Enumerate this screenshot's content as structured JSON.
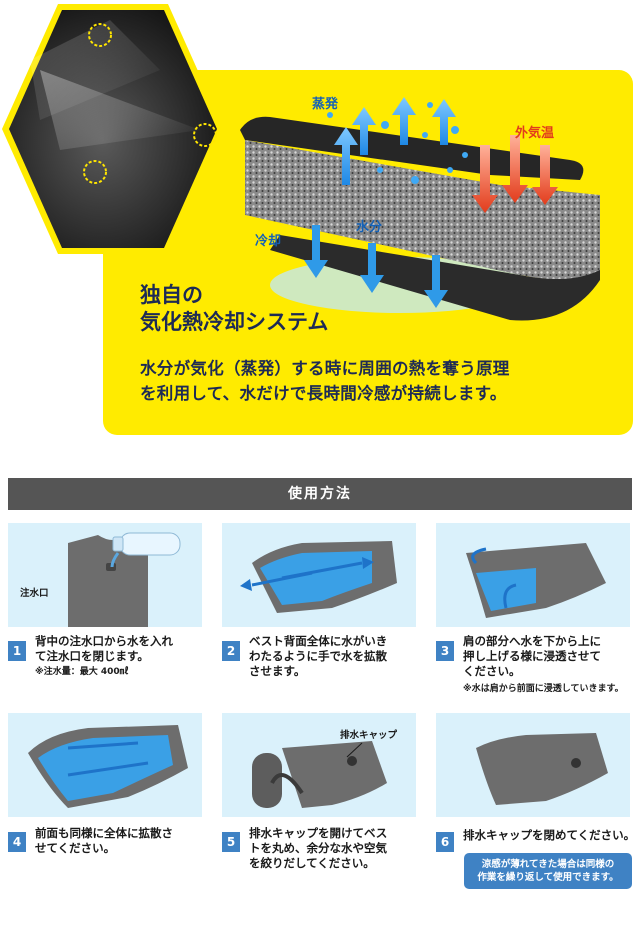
{
  "hero": {
    "title_line1": "独自の",
    "title_line2": "気化熱冷却システム",
    "description_line1": "水分が気化（蒸発）する時に周囲の熱を奪う原理",
    "description_line2": "を利用して、水だけで長時間冷感が持続します。",
    "labels": {
      "evaporation": "蒸発",
      "outside_temp": "外気温",
      "moisture": "水分",
      "cooling": "冷却"
    }
  },
  "section": {
    "title": "使用方法"
  },
  "steps": [
    {
      "number": "1",
      "text": "背中の注水口から水を入れ\nて注水口を閉じます。",
      "note": "※注水量：最大 400㎖",
      "callout": "注水口"
    },
    {
      "number": "2",
      "text": "ベスト背面全体に水がいき\nわたるように手で水を拡散\nさせます。"
    },
    {
      "number": "3",
      "text": "肩の部分へ水を下から上に\n押し上げる様に浸透させて\nください。",
      "note": "※水は肩から前面に浸透していきます。"
    },
    {
      "number": "4",
      "text": "前面も同様に全体に拡散さ\nせてください。"
    },
    {
      "number": "5",
      "text": "排水キャップを開けてベス\nトを丸め、余分な水や空気\nを絞りだしてください。",
      "callout": "排水キャップ"
    },
    {
      "number": "6",
      "text": "排水キャップを閉めてください。",
      "tip": "涼感が薄れてきた場合は同様の\n作業を繰り返して使用できます。"
    }
  ],
  "colors": {
    "hero_yellow": "#ffeb00",
    "header_gray": "#555555",
    "badge_blue": "#3f82c4",
    "step_bg": "#daf1fb",
    "title_navy": "#1d2a55",
    "heat_red": "#e23c1c",
    "water_blue": "#1561b5"
  }
}
